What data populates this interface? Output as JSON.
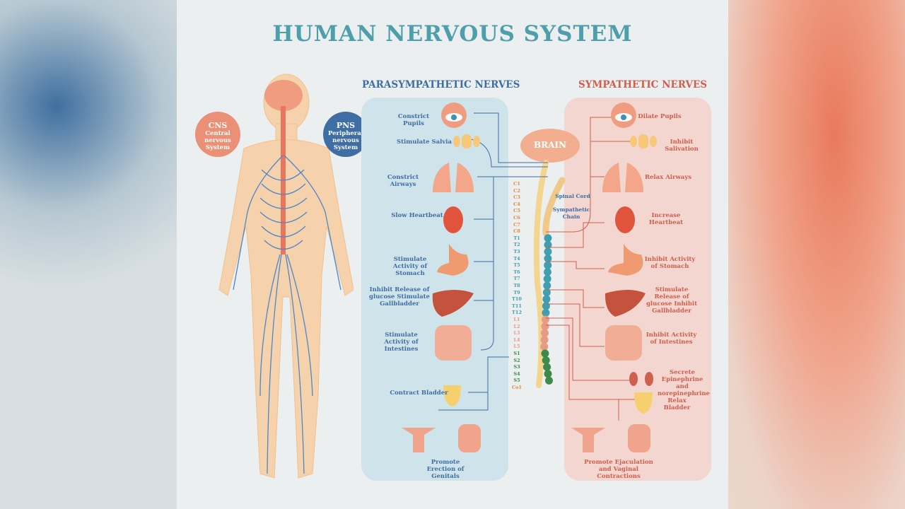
{
  "title": "HUMAN NERVOUS SYSTEM",
  "cns": {
    "abbr": "CNS",
    "name": "Central nervous System"
  },
  "pns": {
    "abbr": "PNS",
    "name": "Peripheral nervous System"
  },
  "parasympathetic": {
    "heading": "PARASYMPATHETIC NERVES",
    "items": [
      "Constrict Pupils",
      "Stimulate Salvia",
      "Constrict Airways",
      "Slow Heartbeat",
      "Stimulate Activity of Stomach",
      "Inhibit Release of glucose Stimulate Gallbladder",
      "Stimulate Activity of Intestines",
      "Contract Bladder",
      "Promote Erection of Genitals"
    ]
  },
  "sympathetic": {
    "heading": "SYMPATHETIC NERVES",
    "items": [
      "Dilate Pupils",
      "Inhibit Salivation",
      "Relax Airways",
      "Increase Heartbeat",
      "Inhibit Activity of Stomach",
      "Stimulate Release of glucose Inhibit Gallbladder",
      "Inhibit Activity of Intestines",
      "Secrete Epinephrine and norepinephrine",
      "Relax Bladder",
      "Promote Ejaculation and Vaginal Contractions"
    ]
  },
  "brain": "BRAIN",
  "spinal_cord": "Spinal Cord",
  "sympathetic_chain": "Sympathetic Chain",
  "vertebrae": [
    "C1",
    "C2",
    "C3",
    "C4",
    "C5",
    "C6",
    "C7",
    "C8",
    "T1",
    "T2",
    "T3",
    "T4",
    "T5",
    "T6",
    "T7",
    "T8",
    "T9",
    "T10",
    "T11",
    "T12",
    "L1",
    "L2",
    "L3",
    "L4",
    "L5",
    "S1",
    "S2",
    "S3",
    "S4",
    "S5",
    "Co1"
  ],
  "colors": {
    "title": "#4e9fab",
    "para": "#3e6ea4",
    "symp": "#cf5e4c",
    "cervical": "#e38a3c",
    "thoracic": "#3f9fae",
    "lumbar": "#e79a86",
    "sacral": "#3d8a4b"
  }
}
